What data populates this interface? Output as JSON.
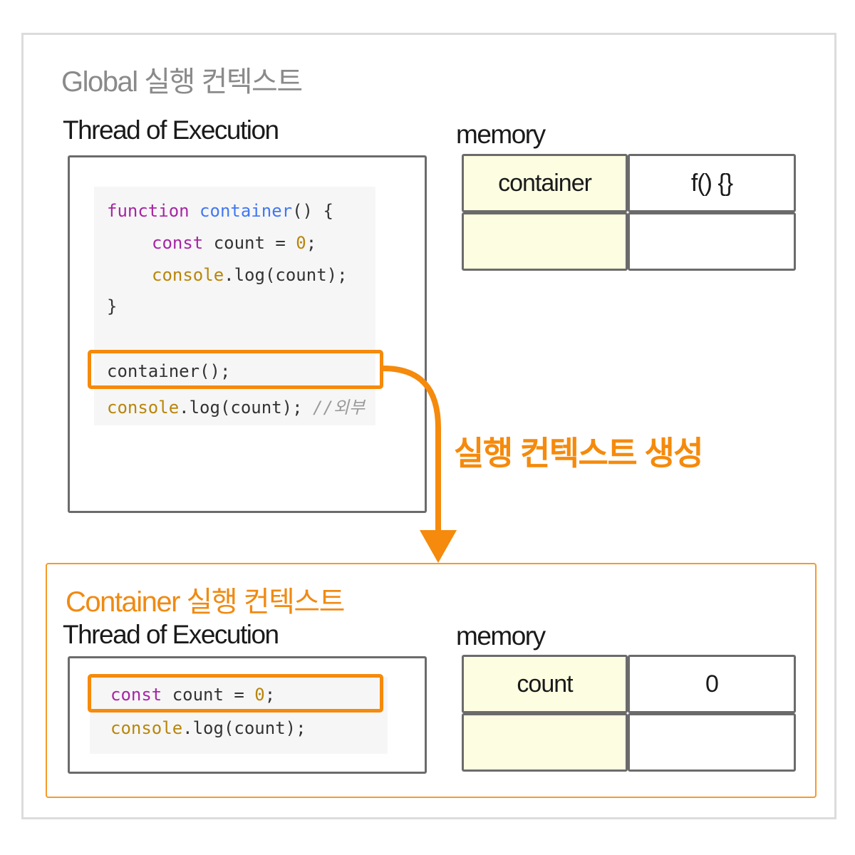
{
  "global": {
    "title": "Global 실행 컨텍스트",
    "thread_label": "Thread of Execution",
    "memory_label": "memory",
    "code": {
      "l1_kw": "function",
      "l1_fn": "container",
      "l1_rest": "() {",
      "l2_kw": "const",
      "l2_rest": " count = ",
      "l2_num": "0",
      "l2_end": ";",
      "l3_obj": "console",
      "l3_rest": ".log(count);",
      "l4": "}",
      "l5": "container();",
      "l6_obj": "console",
      "l6_rest": ".log(count); ",
      "l6_comment": "//외부"
    },
    "memory": [
      {
        "name": "container",
        "value": "f() {}"
      },
      {
        "name": "",
        "value": ""
      }
    ]
  },
  "transition": {
    "label": "실행 컨텍스트 생성",
    "color": "#f58a0c"
  },
  "container": {
    "title": "Container 실행 컨텍스트",
    "thread_label": "Thread of Execution",
    "memory_label": "memory",
    "code": {
      "l1_kw": "const",
      "l1_rest": " count = ",
      "l1_num": "0",
      "l1_end": ";",
      "l2_obj": "console",
      "l2_rest": ".log(count);"
    },
    "memory": [
      {
        "name": "count",
        "value": "0"
      },
      {
        "name": "",
        "value": ""
      }
    ]
  }
}
